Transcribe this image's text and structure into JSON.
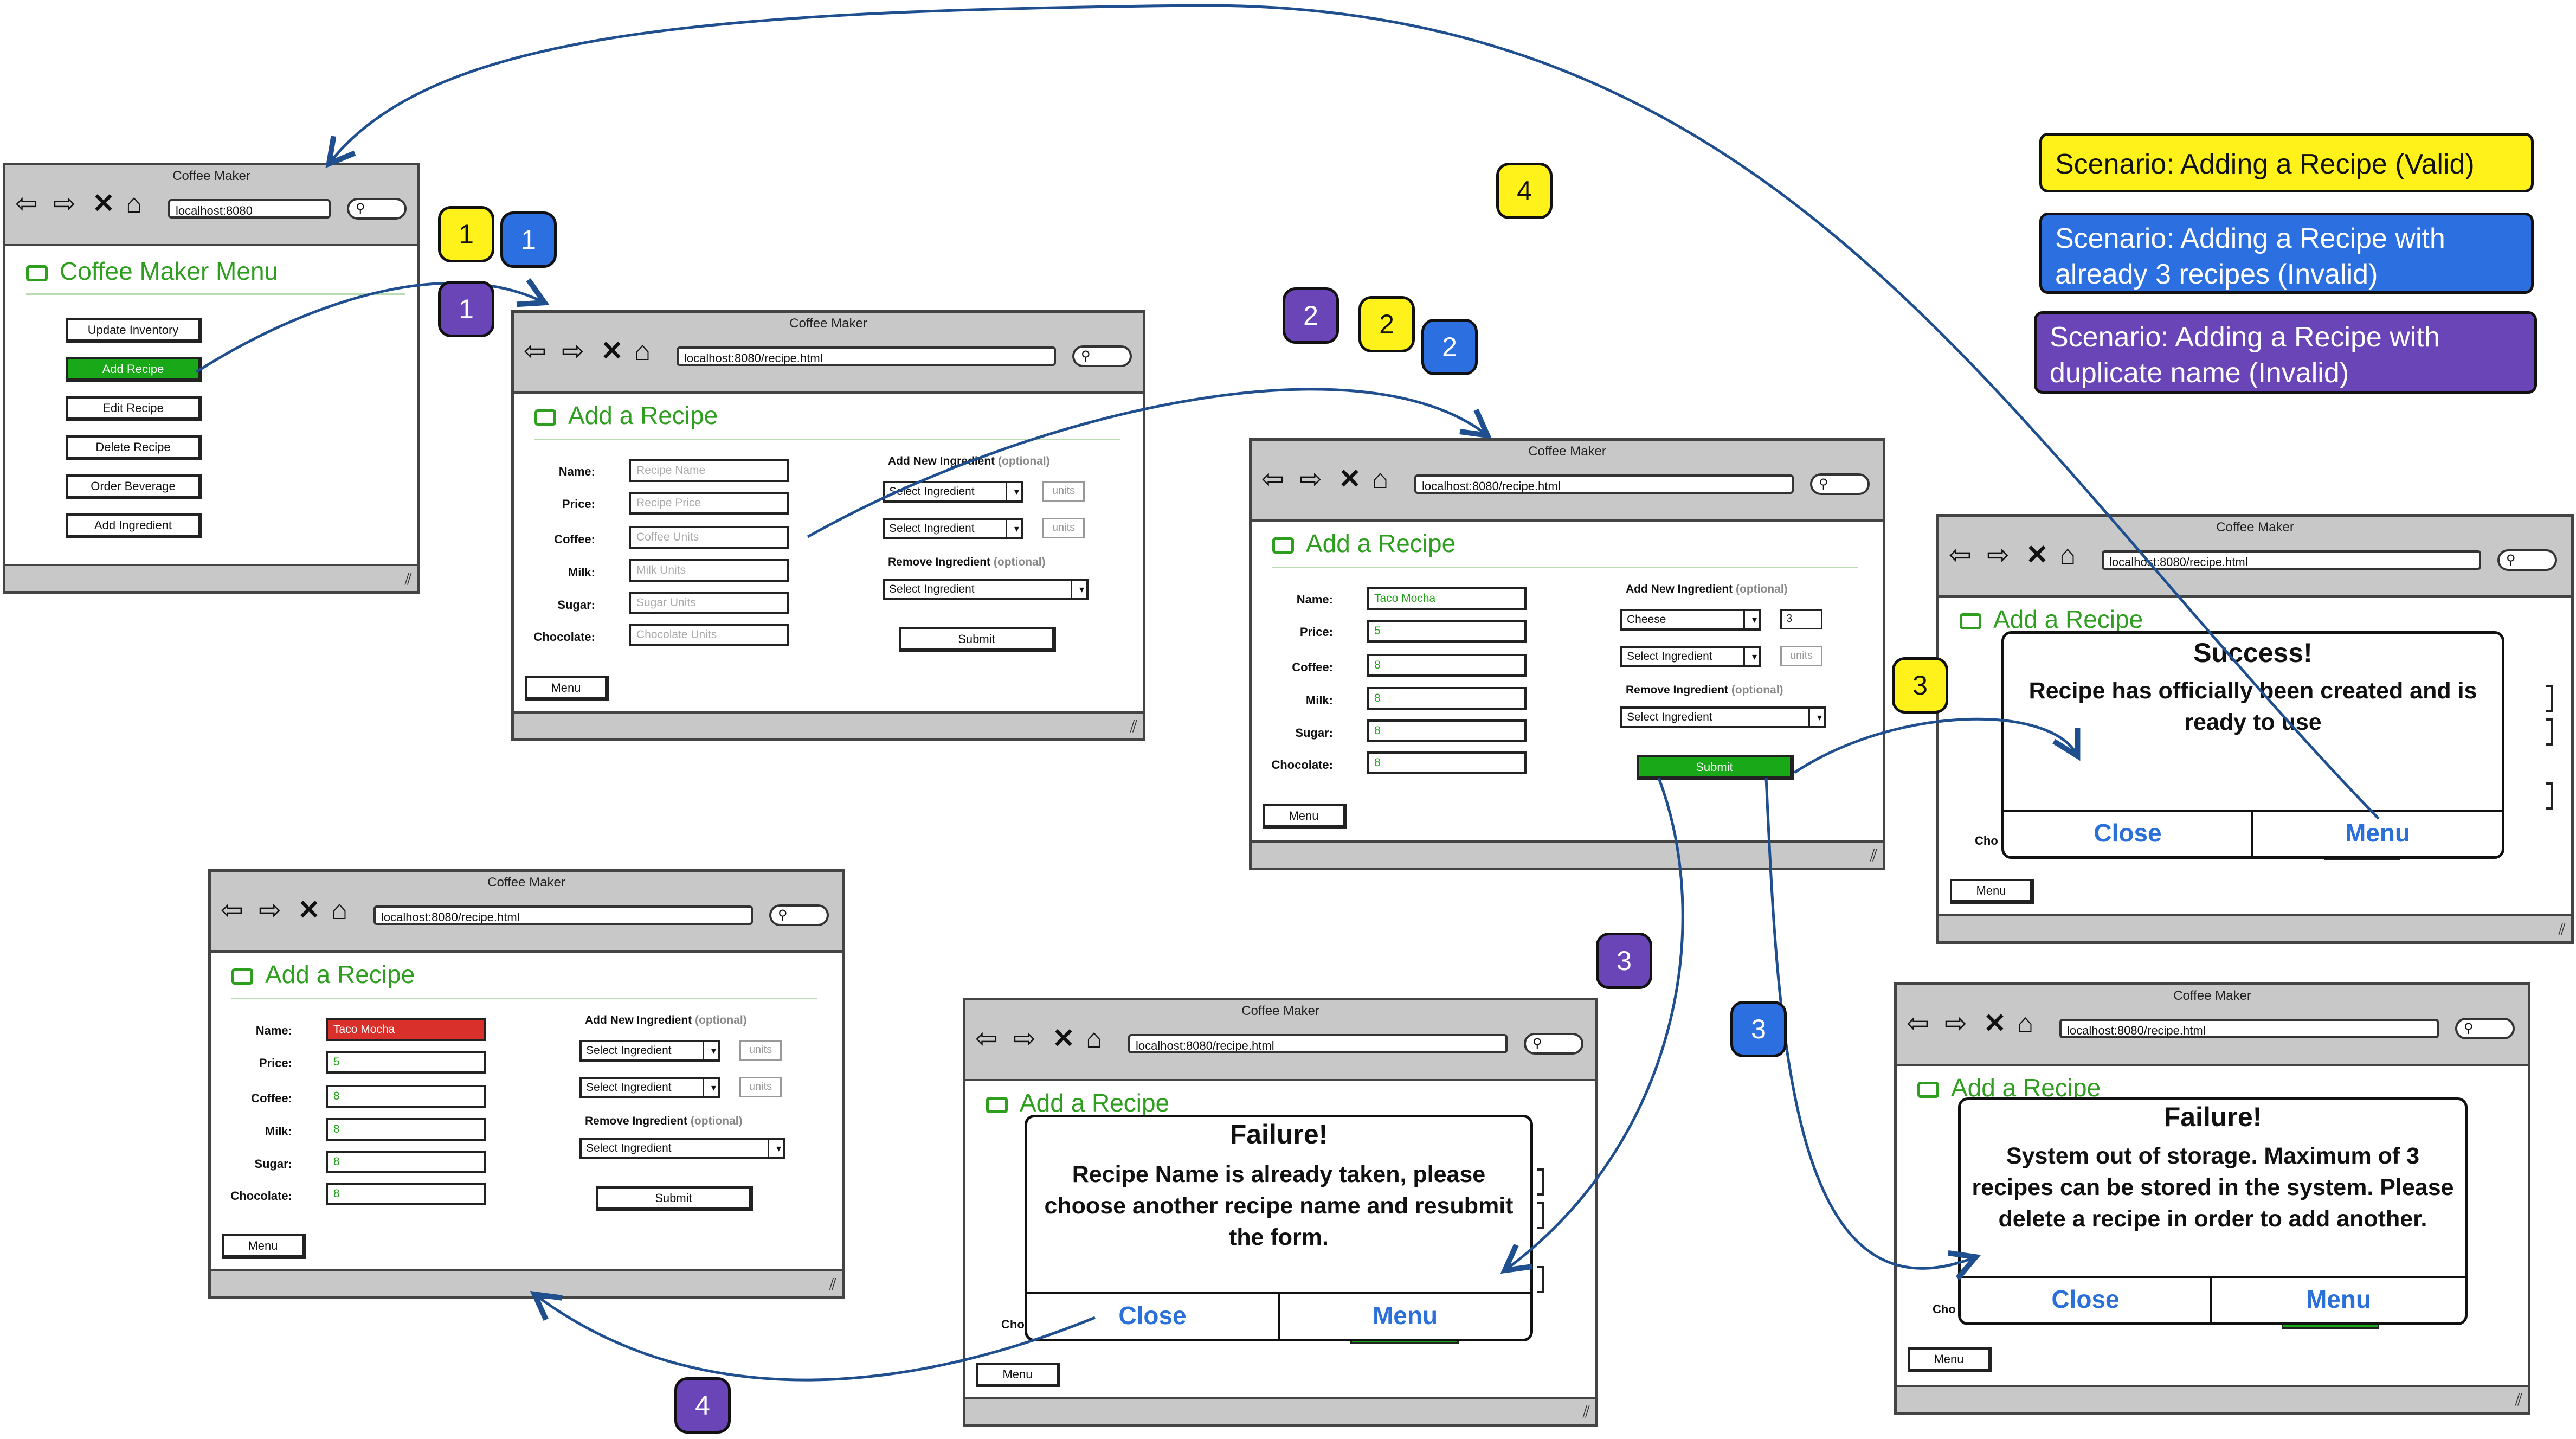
{
  "window_title": "Coffee Maker",
  "legend": [
    {
      "label": "Scenario: Adding a Recipe (Valid)",
      "color": "#fff21a"
    },
    {
      "label": "Scenario: Adding a Recipe with already 3 recipes (Invalid)",
      "color": "#2c6fe0"
    },
    {
      "label": "Scenario: Adding a Recipe with duplicate name (Invalid)",
      "color": "#6a45b8"
    }
  ],
  "menu_window": {
    "url": "localhost:8080",
    "heading": "Coffee Maker Menu",
    "buttons": [
      "Update Inventory",
      "Add Recipe",
      "Edit Recipe",
      "Delete Recipe",
      "Order Beverage",
      "Add Ingredient"
    ]
  },
  "form": {
    "url": "localhost:8080/recipe.html",
    "heading": "Add a Recipe",
    "labels": [
      "Name:",
      "Price:",
      "Coffee:",
      "Milk:",
      "Sugar:",
      "Chocolate:"
    ],
    "placeholders": [
      "Recipe Name",
      "Recipe Price",
      "Coffee Units",
      "Milk Units",
      "Sugar Units",
      "Chocolate Units"
    ],
    "filled_values": [
      "Taco Mocha",
      "5",
      "8",
      "8",
      "8",
      "8"
    ],
    "add_section": "Add New Ingredient",
    "remove_section": "Remove Ingredient",
    "optional": "(optional)",
    "select_placeholder": "Select Ingredient",
    "units_placeholder": "units",
    "selected_ingredient": "Cheese",
    "selected_units": "3",
    "submit": "Submit",
    "menu": "Menu",
    "cho_fragment": "Cho"
  },
  "dialogs": {
    "success": {
      "title": "Success!",
      "message": "Recipe has officially been created and is ready to use"
    },
    "duplicate": {
      "title": "Failure!",
      "message": "Recipe Name is already taken, please choose another recipe name and resubmit the form."
    },
    "storage": {
      "title": "Failure!",
      "message": "System out of storage. Maximum of 3 recipes can be stored in the system. Please delete a recipe in order to add another."
    },
    "close": "Close",
    "menu": "Menu"
  },
  "nav_icons": [
    "back-arrow-icon",
    "forward-arrow-icon",
    "stop-icon",
    "home-icon",
    "search-icon"
  ],
  "step_badges": [
    "1",
    "1",
    "1",
    "2",
    "2",
    "2",
    "3",
    "3",
    "3",
    "4",
    "4"
  ]
}
